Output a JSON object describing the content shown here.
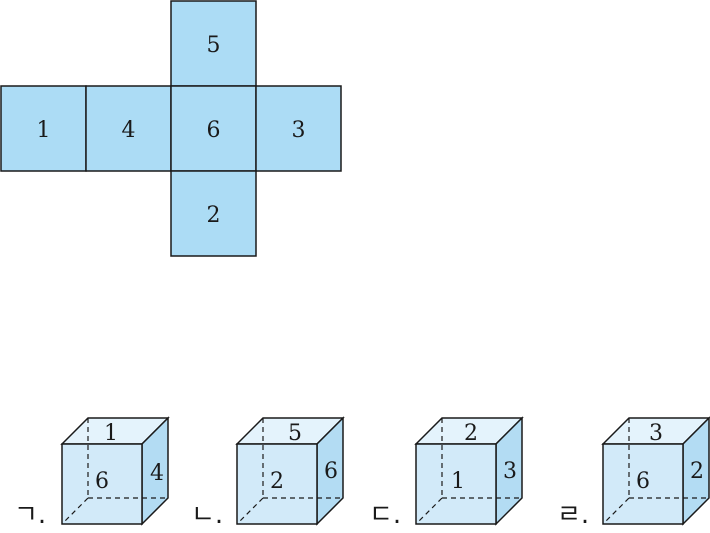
{
  "net": {
    "top": "5",
    "left": "1",
    "center_left": "4",
    "center": "6",
    "right": "3",
    "bottom": "2"
  },
  "options": [
    {
      "label": "ㄱ.",
      "top": "1",
      "front": "6",
      "right": "4"
    },
    {
      "label": "ㄴ.",
      "top": "5",
      "front": "2",
      "right": "6"
    },
    {
      "label": "ㄷ.",
      "top": "2",
      "front": "1",
      "right": "3"
    },
    {
      "label": "ㄹ.",
      "top": "3",
      "front": "6",
      "right": "2"
    }
  ],
  "colors": {
    "face_fill": "#acdcf5",
    "cube_front": "#cde8f8",
    "cube_top": "#e4f3fc",
    "cube_side": "#b3dcf3",
    "stroke": "#1a1a1a"
  }
}
